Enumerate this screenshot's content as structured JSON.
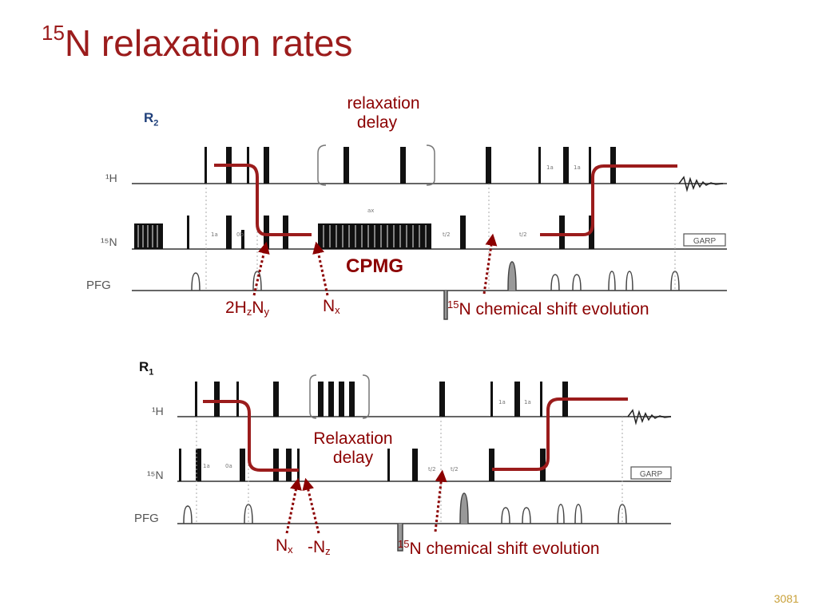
{
  "title": {
    "sup": "15",
    "main": "N relaxation rates"
  },
  "r2": {
    "label_main": "R",
    "label_sub": "2",
    "channels": {
      "h": "¹H",
      "n": "¹⁵N",
      "pfg": "PFG"
    },
    "garp": "GARP",
    "relaxation_delay_line1": "relaxation",
    "relaxation_delay_line2": "delay",
    "cpmg": "CPMG",
    "ann_hzny": {
      "a": "2H",
      "b": "z",
      "c": "N",
      "d": "y"
    },
    "ann_nx": {
      "a": "N",
      "b": "x"
    },
    "ann_shift": {
      "sup": "15",
      "text": "N chemical shift evolution"
    }
  },
  "r1": {
    "label_main": "R",
    "label_sub": "1",
    "channels": {
      "h": "¹H",
      "n": "¹⁵N",
      "pfg": "PFG"
    },
    "garp": "GARP",
    "relaxation_delay_line1": "Relaxation",
    "relaxation_delay_line2": "delay",
    "ann_nx": {
      "a": "N",
      "b": "x"
    },
    "ann_nz": {
      "a": "-N",
      "b": "z"
    },
    "ann_shift": {
      "sup": "15",
      "text": "N chemical shift evolution"
    }
  },
  "page_number": "3081",
  "colors": {
    "title": "#9b1c1c",
    "annotation": "#8b0000",
    "magnetization_path": "#9b1c1c",
    "r2_label": "#1f3f7a",
    "page_number": "#c9a13a"
  }
}
